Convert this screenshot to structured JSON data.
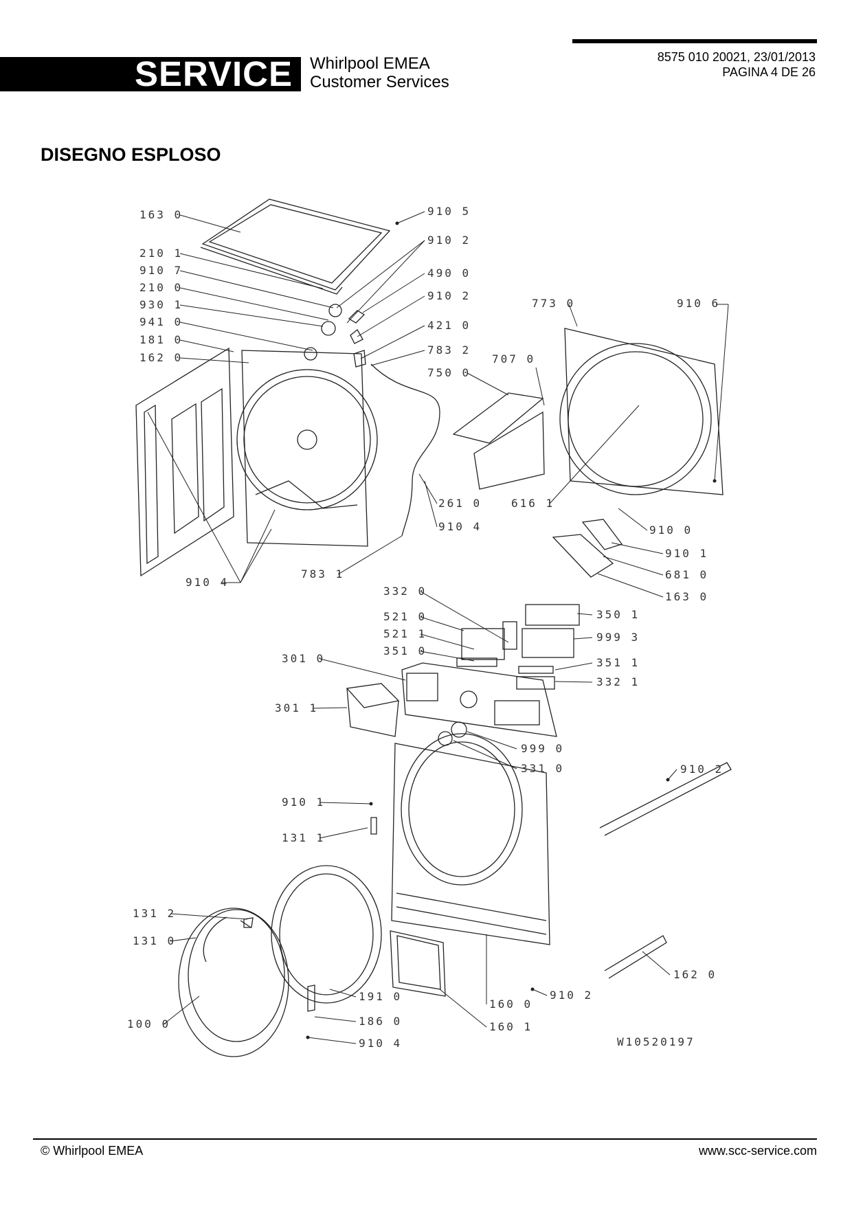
{
  "header": {
    "service_label": "SERVICE",
    "company_line1": "Whirlpool EMEA",
    "company_line2": "Customer Services",
    "doc_ref": "8575 010 20021, 23/01/2013",
    "page_ref": "PAGINA 4 DE 26"
  },
  "title": "DISEGNO ESPLOSO",
  "diagram": {
    "drawing_code": "W10520197",
    "callouts": [
      {
        "id": "c1",
        "code": "163 0"
      },
      {
        "id": "c2",
        "code": "210 1"
      },
      {
        "id": "c3",
        "code": "910 7"
      },
      {
        "id": "c4",
        "code": "210 0"
      },
      {
        "id": "c5",
        "code": "930 1"
      },
      {
        "id": "c6",
        "code": "941 0"
      },
      {
        "id": "c7",
        "code": "181 0"
      },
      {
        "id": "c8",
        "code": "162 0"
      },
      {
        "id": "c9",
        "code": "910 5"
      },
      {
        "id": "c10",
        "code": "910 2"
      },
      {
        "id": "c11",
        "code": "490 0"
      },
      {
        "id": "c12",
        "code": "910 2"
      },
      {
        "id": "c13",
        "code": "421 0"
      },
      {
        "id": "c14",
        "code": "783 2"
      },
      {
        "id": "c15",
        "code": "750 0"
      },
      {
        "id": "c16",
        "code": "707 0"
      },
      {
        "id": "c17",
        "code": "773 0"
      },
      {
        "id": "c18",
        "code": "910 6"
      },
      {
        "id": "c19",
        "code": "261 0"
      },
      {
        "id": "c20",
        "code": "910 4"
      },
      {
        "id": "c21",
        "code": "616 1"
      },
      {
        "id": "c22",
        "code": "910 0"
      },
      {
        "id": "c23",
        "code": "910 1"
      },
      {
        "id": "c24",
        "code": "681 0"
      },
      {
        "id": "c25",
        "code": "163 0"
      },
      {
        "id": "c26",
        "code": "910 4"
      },
      {
        "id": "c27",
        "code": "783 1"
      },
      {
        "id": "c28",
        "code": "332 0"
      },
      {
        "id": "c29",
        "code": "521 0"
      },
      {
        "id": "c30",
        "code": "521 1"
      },
      {
        "id": "c31",
        "code": "351 0"
      },
      {
        "id": "c32",
        "code": "350 1"
      },
      {
        "id": "c33",
        "code": "999 3"
      },
      {
        "id": "c34",
        "code": "351 1"
      },
      {
        "id": "c35",
        "code": "332 1"
      },
      {
        "id": "c36",
        "code": "301 0"
      },
      {
        "id": "c37",
        "code": "301 1"
      },
      {
        "id": "c38",
        "code": "999 0"
      },
      {
        "id": "c39",
        "code": "331 0"
      },
      {
        "id": "c40",
        "code": "910 2"
      },
      {
        "id": "c41",
        "code": "910 1"
      },
      {
        "id": "c42",
        "code": "131 1"
      },
      {
        "id": "c43",
        "code": "131 2"
      },
      {
        "id": "c44",
        "code": "131 0"
      },
      {
        "id": "c45",
        "code": "191 0"
      },
      {
        "id": "c46",
        "code": "186 0"
      },
      {
        "id": "c47",
        "code": "910 4"
      },
      {
        "id": "c48",
        "code": "100 0"
      },
      {
        "id": "c49",
        "code": "160 0"
      },
      {
        "id": "c50",
        "code": "160 1"
      },
      {
        "id": "c51",
        "code": "910 2"
      },
      {
        "id": "c52",
        "code": "162 0"
      }
    ]
  },
  "footer": {
    "copyright": "© Whirlpool EMEA",
    "website": "www.scc-service.com"
  }
}
